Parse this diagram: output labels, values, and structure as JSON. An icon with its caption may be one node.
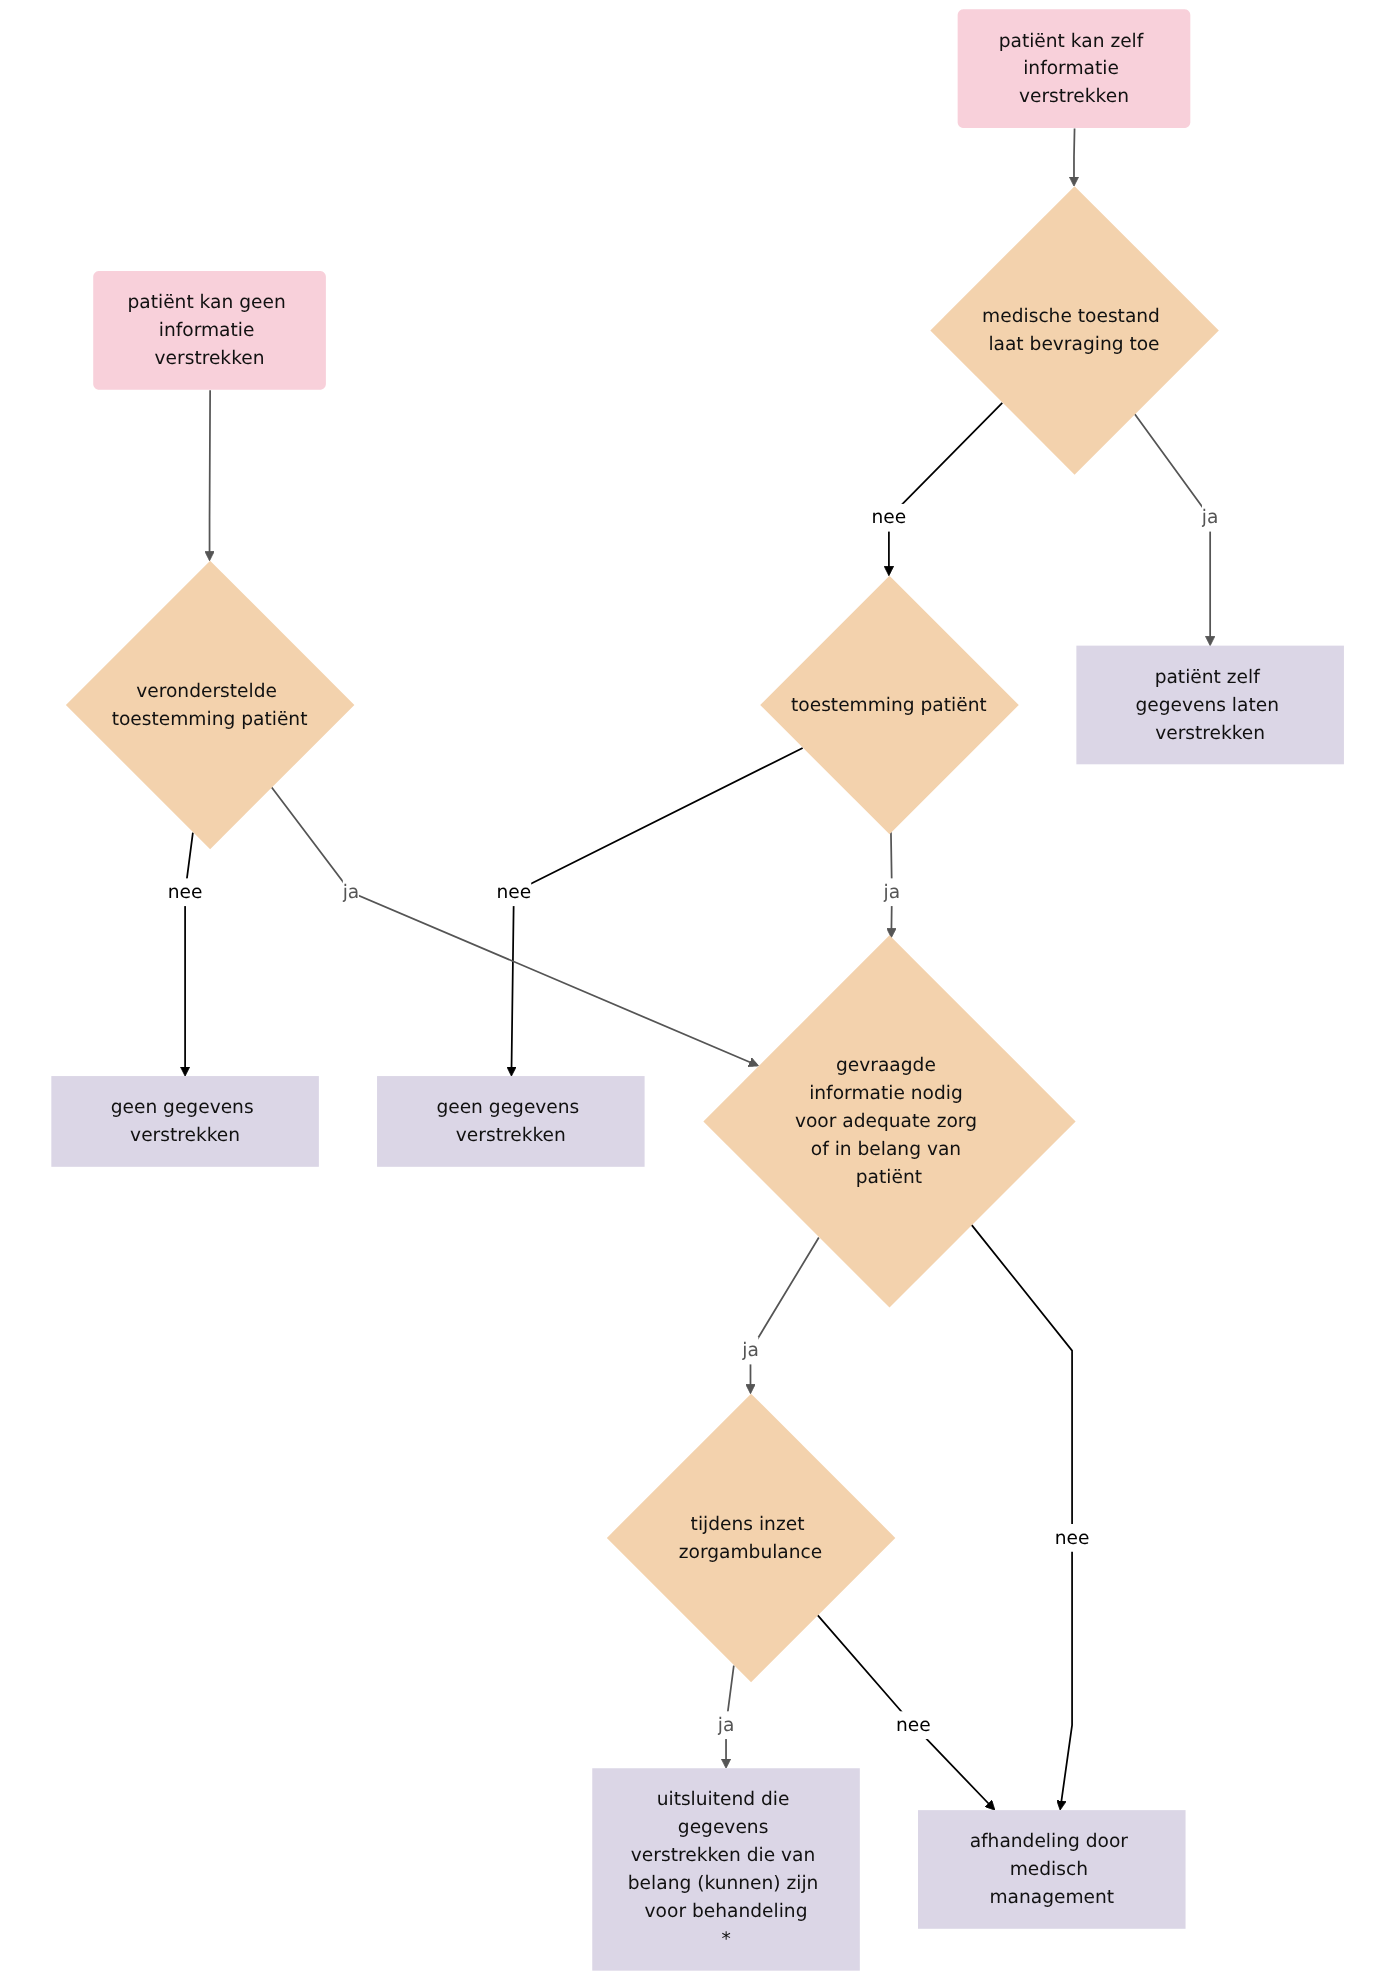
{
  "diagram": {
    "nodes": [
      {
        "text": [
          "patiënt kan zelf informatie verstrekken"
        ]
      },
      {
        "text": [
          "patiënt kan geen informatie verstrekken"
        ]
      },
      {
        "text": [
          "medische toestand laat bevraging toe"
        ]
      },
      {
        "text": [
          "toestemming patiënt"
        ]
      },
      {
        "text": [
          "patiënt zelf gegevens laten verstrekken"
        ]
      },
      {
        "text": [
          "geen gegevens verstrekken"
        ]
      },
      {
        "text": [
          "veronderstelde toestemming patiënt"
        ]
      },
      {
        "text": [
          "geen gegevens verstrekken"
        ]
      },
      {
        "text": [
          "gevraagde informatie nodig voor adequate zorg of in belang van patiënt"
        ]
      },
      {
        "text": [
          "tijdens inzet zorgambulance"
        ]
      },
      {
        "text": [
          "uitsluitend die gegevens verstrekken die van belang (kunnen) zijn voor behandeling",
          "*"
        ]
      },
      {
        "text": [
          "afhandeling door medisch management"
        ]
      }
    ],
    "edges": [
      {
        "from": 0,
        "to": 2,
        "arrow": "to"
      },
      {
        "from": 2,
        "to": 3,
        "label": "nee",
        "arrow": "to",
        "color": "#000000"
      },
      {
        "from": 2,
        "to": 4,
        "label": "ja",
        "arrow": "to"
      },
      {
        "from": 3,
        "to": 5,
        "label": "nee",
        "arrow": "to",
        "color": "#000000"
      },
      {
        "from": 1,
        "to": 6,
        "arrow": "to"
      },
      {
        "from": 6,
        "to": 7,
        "label": "nee",
        "arrow": "to",
        "color": "#000000"
      },
      {
        "from": 3,
        "to": 8,
        "label": "ja",
        "arrow": "to"
      },
      {
        "from": 6,
        "to": 8,
        "label": "ja",
        "arrow": "to"
      },
      {
        "from": 8,
        "to": 9,
        "label": "ja",
        "arrow": "to"
      },
      {
        "from": 8,
        "to": 11,
        "label": "nee",
        "arrow": "to",
        "color": "#000000"
      },
      {
        "from": 9,
        "to": 10,
        "label": "ja",
        "arrow": "to"
      },
      {
        "from": 9,
        "to": 11,
        "label": "nee",
        "arrow": "to",
        "color": "#000000"
      }
    ]
  }
}
